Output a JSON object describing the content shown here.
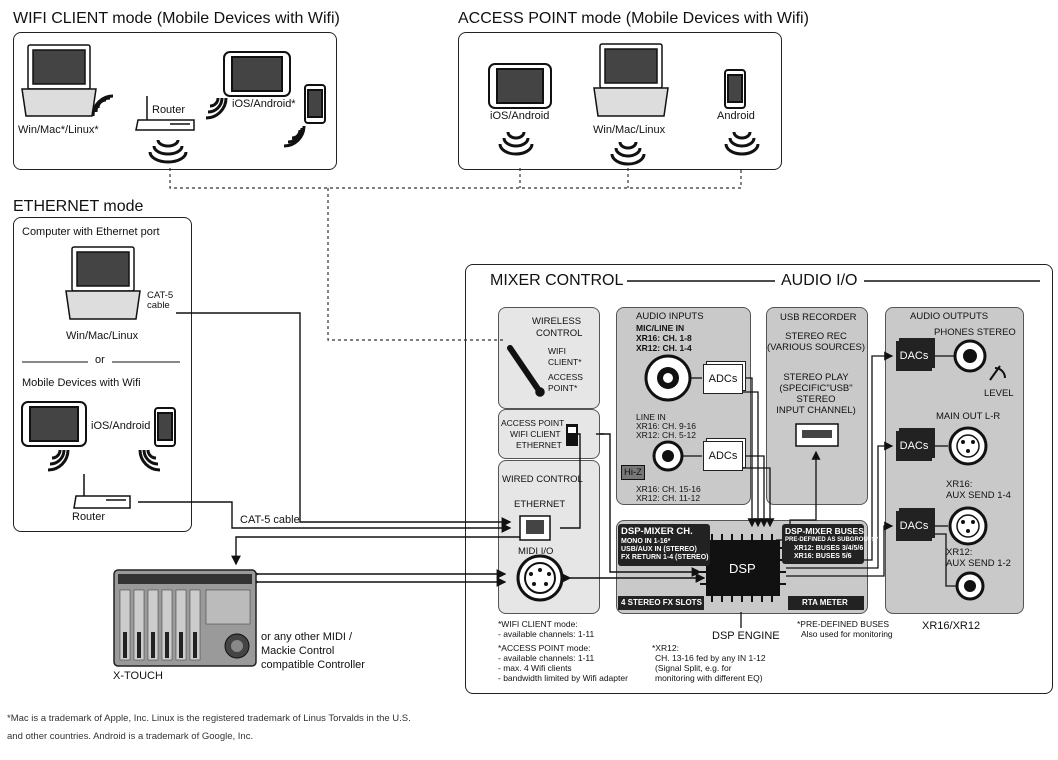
{
  "wifi_client": {
    "title": "WIFI CLIENT mode (Mobile Devices with Wifi)",
    "label_computer": "Win/Mac*/Linux*",
    "label_router": "Router",
    "label_mobile": "iOS/Android*"
  },
  "access_point": {
    "title": "ACCESS POINT mode (Mobile Devices with Wifi)",
    "label_tablet": "iOS/Android",
    "label_computer": "Win/Mac/Linux",
    "label_phone": "Android"
  },
  "ethernet": {
    "title": "ETHERNET mode",
    "computer_heading": "Computer with Ethernet port",
    "computer_label": "Win/Mac/Linux",
    "or_label": "or",
    "mobile_heading": "Mobile Devices with Wifi",
    "mobile_label": "iOS/Android",
    "router_label": "Router",
    "cat5_cable_1": "CAT-5",
    "cat5_cable_2": "cable",
    "cat5_cable_long": "CAT-5 cable"
  },
  "mixer": {
    "mixer_control_title": "MIXER CONTROL",
    "audio_io_title": "AUDIO I/O",
    "wireless_control_1": "WIRELESS",
    "wireless_control_2": "CONTROL",
    "wifi_client_1": "WIFI",
    "wifi_client_2": "CLIENT*",
    "access_point_1": "ACCESS",
    "access_point_2": "POINT*",
    "switch_access_point": "ACCESS POINT",
    "switch_wifi_client": "WIFI CLIENT",
    "switch_ethernet": "ETHERNET",
    "wired_control": "WIRED CONTROL",
    "ethernet": "ETHERNET",
    "midi_io": "MIDI I/O",
    "audio_inputs": "AUDIO INPUTS",
    "mic_line_1": "MIC/LINE IN",
    "mic_line_2": "XR16: CH. 1-8",
    "mic_line_3": "XR12: CH. 1-4",
    "adcs": "ADCs",
    "line_in_1": "LINE IN",
    "line_in_2": "XR16: CH. 9-16",
    "line_in_3": "XR12: CH. 5-12",
    "hiz": "Hi-Z",
    "hiz_ch_1": "XR16: CH. 15-16",
    "hiz_ch_2": "XR12: CH. 11-12",
    "usb_recorder": "USB RECORDER",
    "stereo_rec_1": "STEREO REC",
    "stereo_rec_2": "(VARIOUS SOURCES)",
    "stereo_play_1": "STEREO PLAY",
    "stereo_play_2": "(SPECIFIC\"USB\"",
    "stereo_play_3": "STEREO",
    "stereo_play_4": "INPUT CHANNEL)",
    "audio_outputs": "AUDIO OUTPUTS",
    "dacs": "DACs",
    "phones_stereo": "PHONES STEREO",
    "level": "LEVEL",
    "main_out": "MAIN OUT L-R",
    "aux_16_1": "XR16:",
    "aux_16_2": "AUX SEND 1-4",
    "aux_12_1": "XR12:",
    "aux_12_2": "AUX SEND 1-2",
    "dsp_mixer_ch": "DSP-MIXER CH.",
    "dsp_ch_1": "MONO IN 1-16*",
    "dsp_ch_2": "USB/AUX IN (STEREO)",
    "dsp_ch_3": "FX RETURN 1-4 (STEREO)",
    "dsp_mixer_buses": "DSP-MIXER BUSES",
    "dsp_bus_1": "PRE-DEFINED AS SUBGROUPS*",
    "dsp_bus_2": "XR12: BUSES 3/4/5/6",
    "dsp_bus_3": "XR16: BUSES 5/6",
    "dsp": "DSP",
    "fx_slots": "4 STEREO FX SLOTS",
    "rta_meter": "RTA METER",
    "dsp_engine": "DSP ENGINE",
    "model": "XR16/XR12"
  },
  "notes": {
    "wifi_client_1": "*WIFI CLIENT mode:",
    "wifi_client_2": "- available channels: 1-11",
    "ap_1": "*ACCESS POINT mode:",
    "ap_2": "- available channels: 1-11",
    "ap_3": "- max. 4 Wifi clients",
    "ap_4": "- bandwidth limited by Wifi adapter",
    "xr12_1": "*XR12:",
    "xr12_2": "CH. 13-16 fed by any IN 1-12",
    "xr12_3": "(Signal Split, e.g. for",
    "xr12_4": "monitoring with different EQ)",
    "buses_1": "*PRE-DEFINED BUSES",
    "buses_2": "Also used for monitoring"
  },
  "xtouch": {
    "label": "X-TOUCH",
    "other_1": "or any other MIDI /",
    "other_2": "Mackie Control",
    "other_3": "compatible Controller"
  },
  "footer": {
    "line1": "*Mac is a trademark of Apple, Inc. Linux is the registered trademark of Linus Torvalds in the U.S.",
    "line2": "and other countries. Android is a trademark of Google, Inc."
  }
}
